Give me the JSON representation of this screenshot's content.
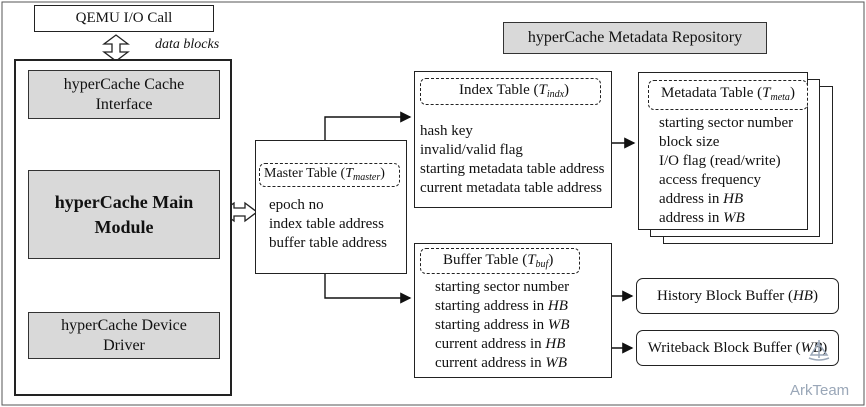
{
  "qemu": {
    "label": "QEMU I/O Call"
  },
  "data_blocks": "data blocks",
  "repository": {
    "label": "hyperCache Metadata Repository"
  },
  "cache_interface": {
    "line1": "hyperCache Cache",
    "line2": "Interface"
  },
  "main_module": {
    "line1": "hyperCache Main",
    "line2": "Module"
  },
  "device_driver": {
    "line1": "hyperCache Device",
    "line2": "Driver"
  },
  "master_table": {
    "title": "Master Table (",
    "title_sym": "T",
    "title_sub": "master",
    "title_end": ")",
    "fields": [
      "epoch no",
      "index table address",
      "buffer table address"
    ]
  },
  "index_table": {
    "title": "Index Table (",
    "title_sym": "T",
    "title_sub": "indx",
    "title_end": ")",
    "fields": [
      "hash key",
      "invalid/valid  flag",
      "starting metadata table address",
      "current metadata table address"
    ]
  },
  "metadata_table": {
    "title": "Metadata Table (",
    "title_sym": "T",
    "title_sub": "meta",
    "title_end": ")",
    "fields": [
      "starting sector number",
      "block size",
      "I/O flag (read/write)",
      "access frequency"
    ],
    "addr_hb_prefix": "address in ",
    "addr_hb": "HB",
    "addr_wb_prefix": "address in ",
    "addr_wb": "WB"
  },
  "buffer_table": {
    "title": "Buffer Table (",
    "title_sym": "T",
    "title_sub": "buf",
    "title_end": ")",
    "f1": "starting sector number",
    "f2_prefix": "starting address in ",
    "f2_suffix": "HB",
    "f3_prefix": "starting address in ",
    "f3_suffix": "WB",
    "f4_prefix": "current address in ",
    "f4_suffix": "HB",
    "f5_prefix": "current address in ",
    "f5_suffix": "WB"
  },
  "history_buffer": {
    "prefix": "History Block Buffer (",
    "abbr": "HB",
    "suffix": ")"
  },
  "writeback_buffer": {
    "prefix": "Writeback Block Buffer (",
    "abbr": "WB",
    "suffix": ")"
  },
  "watermark": "ArkTeam"
}
